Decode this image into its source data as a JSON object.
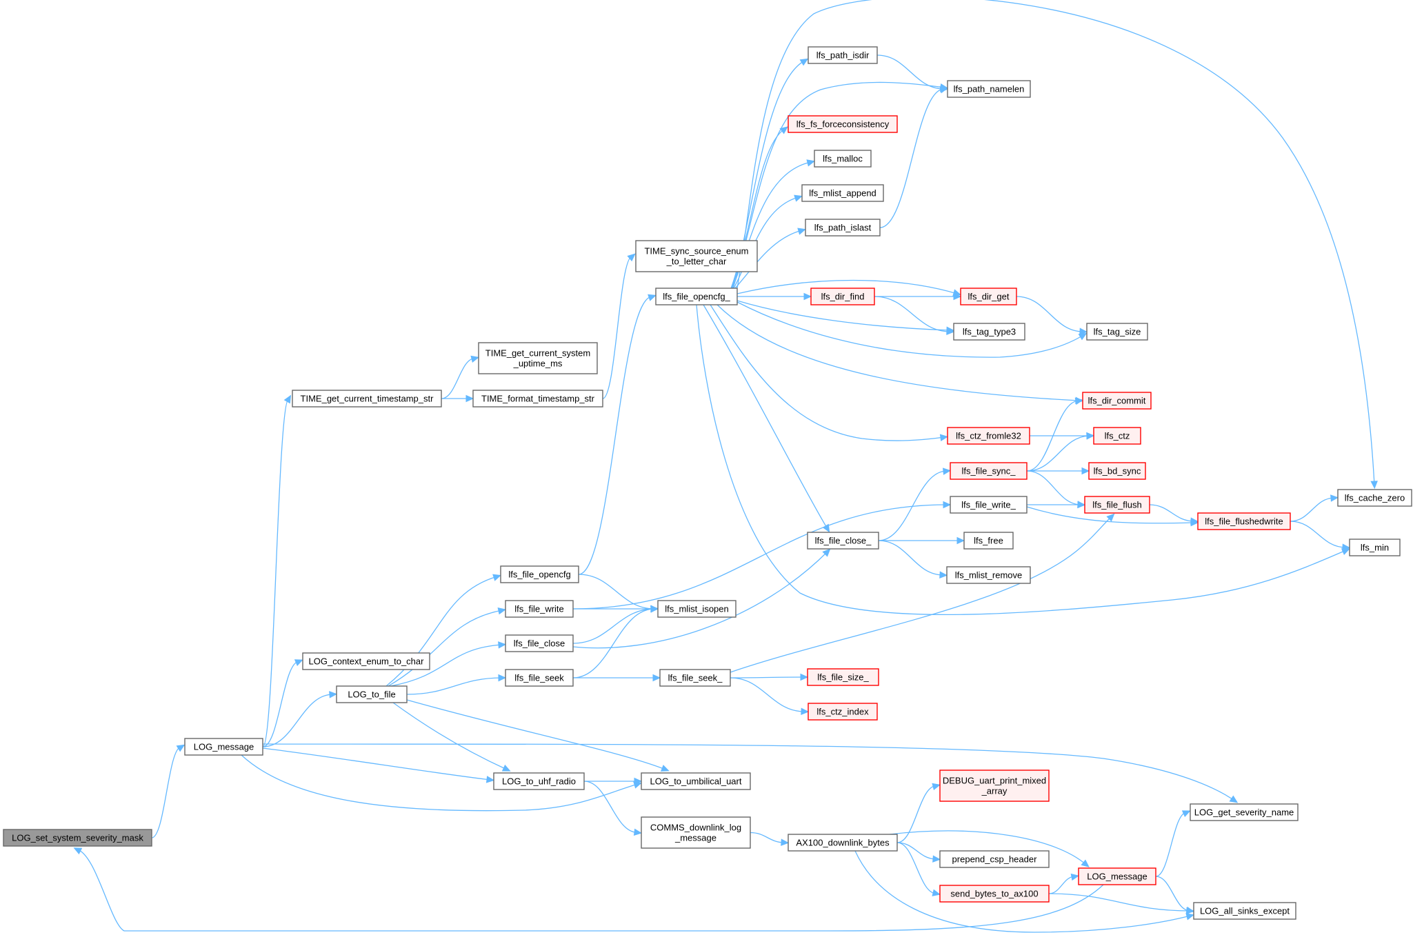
{
  "diagram": {
    "nodes": [
      {
        "id": "set_mask",
        "lines": [
          "LOG_set_system_severity_mask"
        ],
        "style": "root"
      },
      {
        "id": "log_message",
        "lines": [
          "LOG_message"
        ],
        "style": "normal"
      },
      {
        "id": "time_ts",
        "lines": [
          "TIME_get_current_timestamp_str"
        ],
        "style": "normal"
      },
      {
        "id": "log_ctx",
        "lines": [
          "LOG_context_enum_to_char"
        ],
        "style": "normal"
      },
      {
        "id": "log_to_file",
        "lines": [
          "LOG_to_file"
        ],
        "style": "normal"
      },
      {
        "id": "log_to_uhf",
        "lines": [
          "LOG_to_uhf_radio"
        ],
        "style": "normal"
      },
      {
        "id": "log_to_uart",
        "lines": [
          "LOG_to_umbilical_uart"
        ],
        "style": "normal"
      },
      {
        "id": "time_uptime",
        "lines": [
          "TIME_get_current_system",
          "_uptime_ms"
        ],
        "style": "normal"
      },
      {
        "id": "time_fmt",
        "lines": [
          "TIME_format_timestamp_str"
        ],
        "style": "normal"
      },
      {
        "id": "time_sync",
        "lines": [
          "TIME_sync_source_enum",
          "_to_letter_char"
        ],
        "style": "normal"
      },
      {
        "id": "file_opencfg",
        "lines": [
          "lfs_file_opencfg"
        ],
        "style": "normal"
      },
      {
        "id": "file_write",
        "lines": [
          "lfs_file_write"
        ],
        "style": "normal"
      },
      {
        "id": "file_close",
        "lines": [
          "lfs_file_close"
        ],
        "style": "normal"
      },
      {
        "id": "file_seek",
        "lines": [
          "lfs_file_seek"
        ],
        "style": "normal"
      },
      {
        "id": "mlist_isopen",
        "lines": [
          "lfs_mlist_isopen"
        ],
        "style": "normal"
      },
      {
        "id": "file_seek_",
        "lines": [
          "lfs_file_seek_"
        ],
        "style": "normal"
      },
      {
        "id": "comms_downlink",
        "lines": [
          "COMMS_downlink_log",
          "_message"
        ],
        "style": "normal"
      },
      {
        "id": "file_opencfg_",
        "lines": [
          "lfs_file_opencfg_"
        ],
        "style": "normal"
      },
      {
        "id": "file_close_",
        "lines": [
          "lfs_file_close_"
        ],
        "style": "normal"
      },
      {
        "id": "path_isdir",
        "lines": [
          "lfs_path_isdir"
        ],
        "style": "normal"
      },
      {
        "id": "fs_force",
        "lines": [
          "lfs_fs_forceconsistency"
        ],
        "style": "highlight"
      },
      {
        "id": "malloc",
        "lines": [
          "lfs_malloc"
        ],
        "style": "normal"
      },
      {
        "id": "mlist_append",
        "lines": [
          "lfs_mlist_append"
        ],
        "style": "normal"
      },
      {
        "id": "path_islast",
        "lines": [
          "lfs_path_islast"
        ],
        "style": "normal"
      },
      {
        "id": "dir_find",
        "lines": [
          "lfs_dir_find"
        ],
        "style": "highlight"
      },
      {
        "id": "file_size_",
        "lines": [
          "lfs_file_size_"
        ],
        "style": "highlight"
      },
      {
        "id": "ctz_index",
        "lines": [
          "lfs_ctz_index"
        ],
        "style": "highlight"
      },
      {
        "id": "ax100",
        "lines": [
          "AX100_downlink_bytes"
        ],
        "style": "normal"
      },
      {
        "id": "path_namelen",
        "lines": [
          "lfs_path_namelen"
        ],
        "style": "normal"
      },
      {
        "id": "dir_get",
        "lines": [
          "lfs_dir_get"
        ],
        "style": "highlight"
      },
      {
        "id": "tag_type3",
        "lines": [
          "lfs_tag_type3"
        ],
        "style": "normal"
      },
      {
        "id": "ctz_fromle32",
        "lines": [
          "lfs_ctz_fromle32"
        ],
        "style": "highlight"
      },
      {
        "id": "file_sync_",
        "lines": [
          "lfs_file_sync_"
        ],
        "style": "highlight"
      },
      {
        "id": "file_write_",
        "lines": [
          "lfs_file_write_"
        ],
        "style": "normal"
      },
      {
        "id": "free",
        "lines": [
          "lfs_free"
        ],
        "style": "normal"
      },
      {
        "id": "mlist_remove",
        "lines": [
          "lfs_mlist_remove"
        ],
        "style": "normal"
      },
      {
        "id": "debug_uart",
        "lines": [
          "DEBUG_uart_print_mixed",
          "_array"
        ],
        "style": "highlight"
      },
      {
        "id": "prepend_csp",
        "lines": [
          "prepend_csp_header"
        ],
        "style": "normal"
      },
      {
        "id": "send_bytes",
        "lines": [
          "send_bytes_to_ax100"
        ],
        "style": "highlight"
      },
      {
        "id": "tag_size",
        "lines": [
          "lfs_tag_size"
        ],
        "style": "normal"
      },
      {
        "id": "dir_commit",
        "lines": [
          "lfs_dir_commit"
        ],
        "style": "highlight"
      },
      {
        "id": "ctz",
        "lines": [
          "lfs_ctz"
        ],
        "style": "highlight"
      },
      {
        "id": "bd_sync",
        "lines": [
          "lfs_bd_sync"
        ],
        "style": "highlight"
      },
      {
        "id": "file_flush",
        "lines": [
          "lfs_file_flush"
        ],
        "style": "highlight"
      },
      {
        "id": "log_message2",
        "lines": [
          "LOG_message"
        ],
        "style": "highlight"
      },
      {
        "id": "file_flushedwrite",
        "lines": [
          "lfs_file_flushedwrite"
        ],
        "style": "highlight"
      },
      {
        "id": "log_sev_name",
        "lines": [
          "LOG_get_severity_name"
        ],
        "style": "normal"
      },
      {
        "id": "log_all_sinks",
        "lines": [
          "LOG_all_sinks_except"
        ],
        "style": "normal"
      },
      {
        "id": "cache_zero",
        "lines": [
          "lfs_cache_zero"
        ],
        "style": "normal"
      },
      {
        "id": "min",
        "lines": [
          "lfs_min"
        ],
        "style": "normal"
      }
    ],
    "edges": [
      [
        "set_mask",
        "log_message"
      ],
      [
        "log_message",
        "time_ts"
      ],
      [
        "log_message",
        "log_ctx"
      ],
      [
        "log_message",
        "log_to_file"
      ],
      [
        "log_message",
        "log_to_uhf"
      ],
      [
        "log_message",
        "log_to_uart"
      ],
      [
        "log_message",
        "log_sev_name"
      ],
      [
        "time_ts",
        "time_uptime"
      ],
      [
        "time_ts",
        "time_fmt"
      ],
      [
        "time_fmt",
        "time_sync"
      ],
      [
        "log_to_file",
        "file_opencfg"
      ],
      [
        "log_to_file",
        "file_write"
      ],
      [
        "log_to_file",
        "file_close"
      ],
      [
        "log_to_file",
        "file_seek"
      ],
      [
        "log_to_file",
        "log_to_uhf"
      ],
      [
        "log_to_file",
        "log_to_uart"
      ],
      [
        "file_opencfg",
        "file_opencfg_"
      ],
      [
        "file_opencfg",
        "mlist_isopen"
      ],
      [
        "file_write",
        "mlist_isopen"
      ],
      [
        "file_write",
        "file_write_"
      ],
      [
        "file_close",
        "mlist_isopen"
      ],
      [
        "file_close",
        "file_close_"
      ],
      [
        "file_seek",
        "mlist_isopen"
      ],
      [
        "file_seek",
        "file_seek_"
      ],
      [
        "file_seek_",
        "file_flush"
      ],
      [
        "file_seek_",
        "file_size_"
      ],
      [
        "file_seek_",
        "ctz_index"
      ],
      [
        "log_to_uhf",
        "log_to_uart"
      ],
      [
        "log_to_uhf",
        "comms_downlink"
      ],
      [
        "comms_downlink",
        "ax100"
      ],
      [
        "ax100",
        "debug_uart"
      ],
      [
        "ax100",
        "prepend_csp"
      ],
      [
        "ax100",
        "send_bytes"
      ],
      [
        "ax100",
        "log_message2"
      ],
      [
        "ax100",
        "log_all_sinks"
      ],
      [
        "send_bytes",
        "log_message2"
      ],
      [
        "send_bytes",
        "log_all_sinks"
      ],
      [
        "log_message2",
        "log_sev_name"
      ],
      [
        "log_message2",
        "log_all_sinks"
      ],
      [
        "log_message2",
        "set_mask"
      ],
      [
        "file_opencfg_",
        "path_isdir"
      ],
      [
        "file_opencfg_",
        "path_namelen"
      ],
      [
        "file_opencfg_",
        "fs_force"
      ],
      [
        "file_opencfg_",
        "malloc"
      ],
      [
        "file_opencfg_",
        "mlist_append"
      ],
      [
        "file_opencfg_",
        "path_islast"
      ],
      [
        "file_opencfg_",
        "dir_get"
      ],
      [
        "file_opencfg_",
        "dir_find"
      ],
      [
        "file_opencfg_",
        "tag_type3"
      ],
      [
        "file_opencfg_",
        "tag_size"
      ],
      [
        "file_opencfg_",
        "dir_commit"
      ],
      [
        "file_opencfg_",
        "ctz_fromle32"
      ],
      [
        "file_opencfg_",
        "file_close_"
      ],
      [
        "file_opencfg_",
        "min"
      ],
      [
        "file_opencfg_",
        "cache_zero"
      ],
      [
        "path_isdir",
        "path_namelen"
      ],
      [
        "path_islast",
        "path_namelen"
      ],
      [
        "dir_find",
        "dir_get"
      ],
      [
        "dir_find",
        "tag_type3"
      ],
      [
        "dir_get",
        "tag_size"
      ],
      [
        "ctz_fromle32",
        "ctz"
      ],
      [
        "file_close_",
        "file_sync_"
      ],
      [
        "file_close_",
        "free"
      ],
      [
        "file_close_",
        "mlist_remove"
      ],
      [
        "file_sync_",
        "dir_commit"
      ],
      [
        "file_sync_",
        "ctz"
      ],
      [
        "file_sync_",
        "bd_sync"
      ],
      [
        "file_sync_",
        "file_flush"
      ],
      [
        "file_write_",
        "file_flush"
      ],
      [
        "file_write_",
        "file_flushedwrite"
      ],
      [
        "file_flush",
        "file_flushedwrite"
      ],
      [
        "file_flushedwrite",
        "cache_zero"
      ],
      [
        "file_flushedwrite",
        "min"
      ]
    ],
    "colors": {
      "edge": "#63b8ff",
      "node_border": "#666666",
      "highlight_border": "#ff0000",
      "highlight_fill": "#fff0f0",
      "root_fill": "#999999"
    }
  }
}
